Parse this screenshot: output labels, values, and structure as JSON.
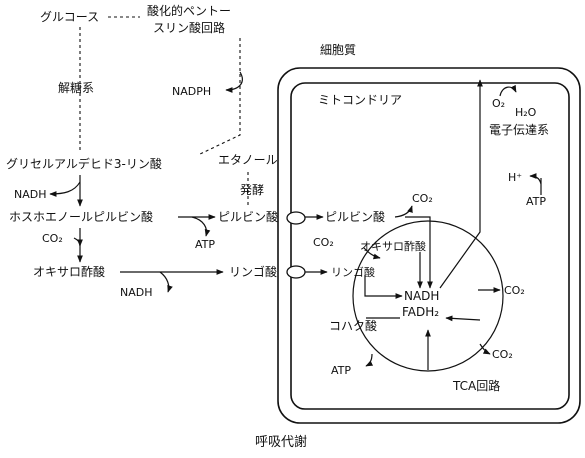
{
  "labels": {
    "glucose": "グルコース",
    "ppp_1": "酸化的ペントー",
    "ppp_2": "スリン酸回路",
    "glycolysis": "解糖系",
    "nadph": "NADPH",
    "cytoplasm": "細胞質",
    "mitochondria": "ミトコンドリア",
    "o2": "O₂",
    "h2o": "H₂O",
    "etc": "電子伝達系",
    "g3p": "グリセルアルデヒド3-リン酸",
    "ethanol": "エタノール",
    "fermentation": "発酵",
    "nadh_1": "NADH",
    "pep": "ホスホエノールピルビン酸",
    "pyruvate_cyt": "ピルビン酸",
    "pyruvate_mito": "ピルビン酸",
    "co2_top": "CO₂",
    "hplus": "H⁺",
    "atp_right": "ATP",
    "atp_1": "ATP",
    "co2_left": "CO₂",
    "co2_mito_left": "CO₂",
    "oxaloacetate_mito": "オキサロ酢酸",
    "oxaloacetate_cyt": "オキサロ酢酸",
    "malate_cyt": "リンゴ酸",
    "malate_mito": "リンゴ酸",
    "nadh_2": "NADH",
    "nadh_tca": "NADH",
    "fadh2": "FADH₂",
    "co2_tca_right": "CO₂",
    "succinate": "コハク酸",
    "co2_tca_bottom": "CO₂",
    "atp_tca": "ATP",
    "tca": "TCA回路",
    "caption": "呼吸代謝"
  }
}
